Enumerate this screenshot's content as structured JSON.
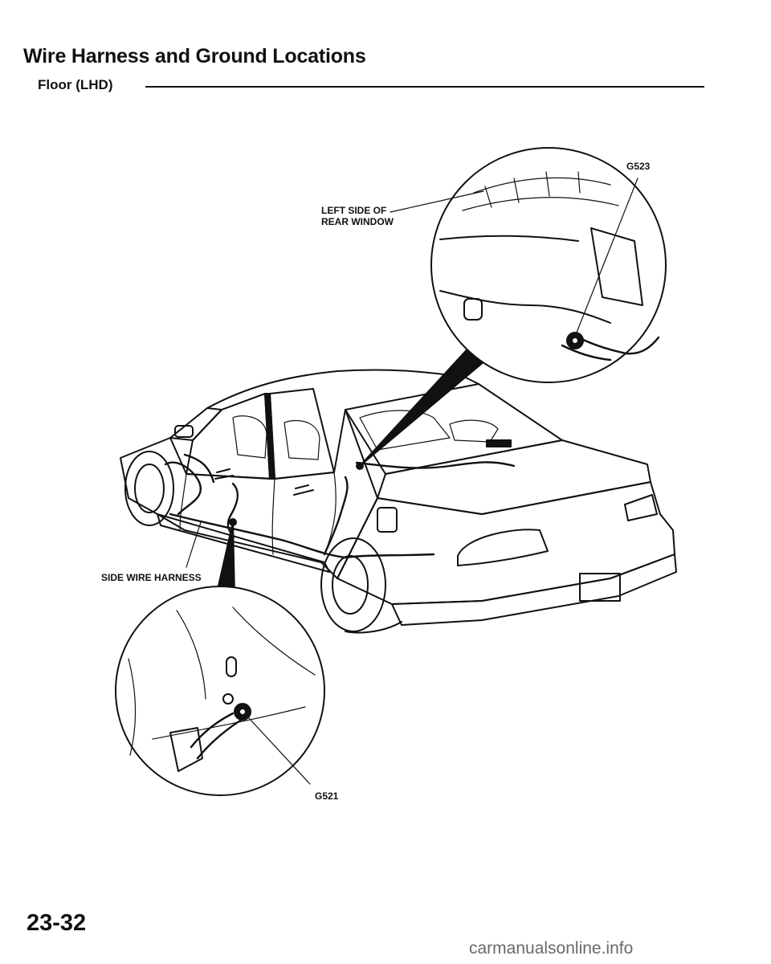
{
  "header": {
    "title": "Wire Harness and Ground Locations",
    "subtitle": "Floor (LHD)"
  },
  "callouts": {
    "rear_window": "LEFT SIDE OF\nREAR WINDOW",
    "ground_upper": "G523",
    "side_harness": "SIDE WIRE HARNESS",
    "ground_lower": "G521"
  },
  "footer": {
    "page_number": "23-32",
    "watermark": "carmanualsonline.info"
  }
}
